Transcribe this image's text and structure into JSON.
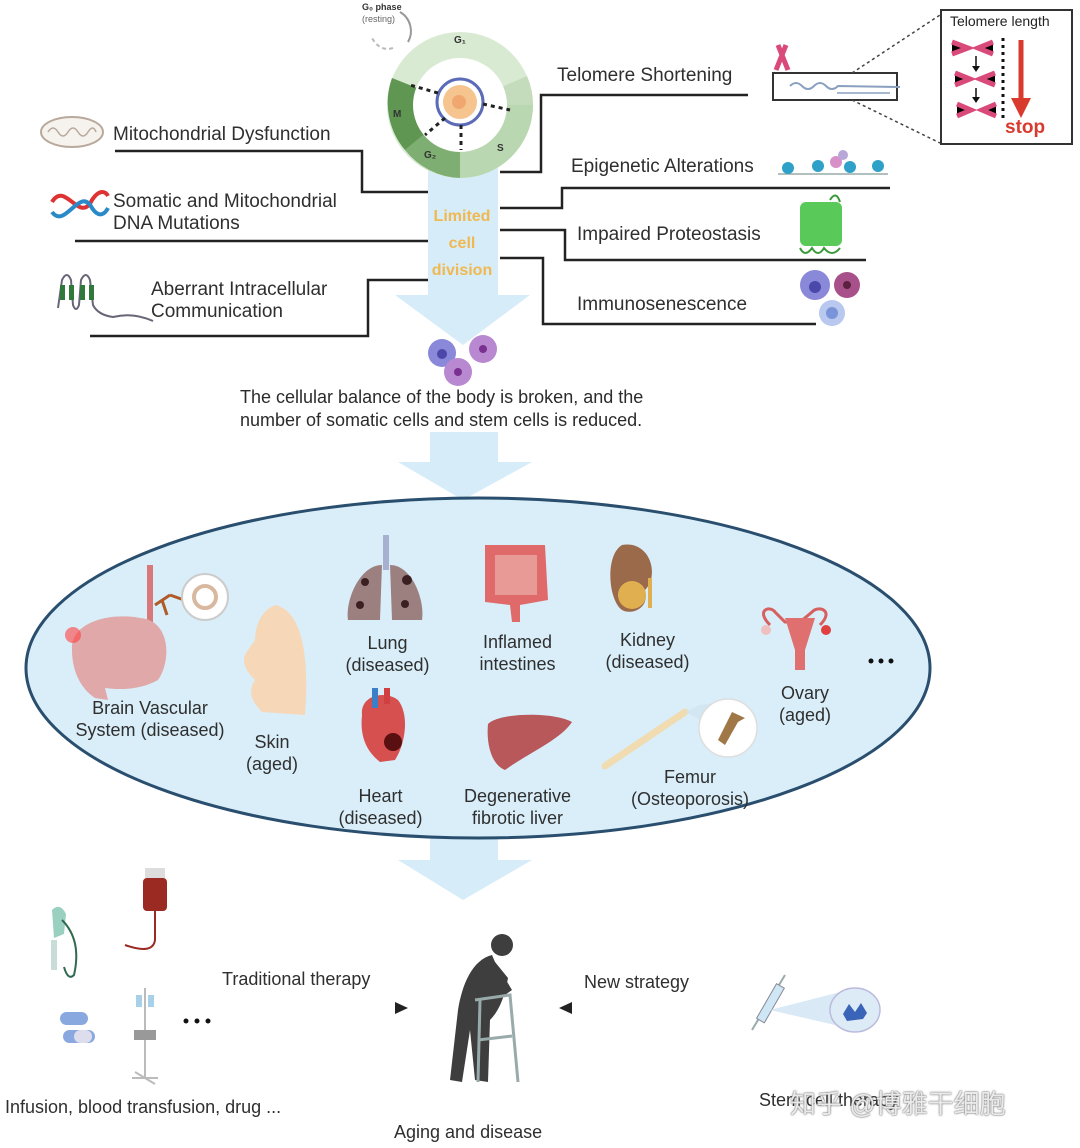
{
  "cell_cycle": {
    "g0_label": "G₀ phase",
    "g0_sub": "(resting)",
    "phases": [
      "G₁",
      "S",
      "G₂",
      "M"
    ],
    "center_label": "Limited cell division",
    "center_lines": [
      "Limited",
      "cell",
      "division"
    ]
  },
  "hallmarks_left": [
    {
      "label": "Mitochondrial Dysfunction",
      "icon": "mitochondria-icon"
    },
    {
      "label": "Somatic and Mitochondrial\nDNA Mutations",
      "line1": "Somatic and Mitochondrial",
      "line2": "DNA Mutations",
      "icon": "dna-icon"
    },
    {
      "label": "Aberrant Intracellular\nCommunication",
      "line1": "Aberrant Intracellular",
      "line2": "Communication",
      "icon": "receptor-icon"
    }
  ],
  "hallmarks_right": [
    {
      "label": "Telomere Shortening",
      "icon": "chromosome-icon"
    },
    {
      "label": "Epigenetic Alterations",
      "icon": "nucleosome-icon"
    },
    {
      "label": "Impaired Proteostasis",
      "icon": "protein-icon"
    },
    {
      "label": "Immunosenescence",
      "icon": "immune-cells-icon"
    }
  ],
  "telomere_inset": {
    "title": "Telomere length",
    "stop_label": "stop"
  },
  "balance_text": {
    "line1": "The cellular balance of the body is broken, and the",
    "line2": "number of somatic cells and stem cells is reduced."
  },
  "organs": [
    {
      "label": "Brain Vascular\nSystem  (diseased)",
      "icon": "brain-icon"
    },
    {
      "label": "Skin\n(aged)",
      "icon": "face-icon"
    },
    {
      "label": "Lung\n(diseased)",
      "icon": "lung-icon"
    },
    {
      "label": "Heart\n(diseased)",
      "icon": "heart-icon"
    },
    {
      "label": "Inflamed\nintestines",
      "icon": "intestine-icon"
    },
    {
      "label": "Degenerative\nfibrotic liver",
      "icon": "liver-icon"
    },
    {
      "label": "Kidney\n(diseased)",
      "icon": "kidney-icon"
    },
    {
      "label": "Femur\n(Osteoporosis)",
      "icon": "bone-icon"
    },
    {
      "label": "Ovary\n(aged)",
      "icon": "uterus-icon"
    }
  ],
  "organs_more": "…",
  "bottom": {
    "traditional_label": "Traditional therapy",
    "traditional_items": "Infusion, blood transfusion, drug ...",
    "traditional_more": "• • •",
    "center_label": "Aging and disease",
    "new_label": "New strategy",
    "new_item": "Stem cell therapy"
  },
  "watermark": "知乎 @博雅干细胞",
  "colors": {
    "arrow": "#d6ecf8",
    "ellipse_fill": "#d9eef9",
    "ellipse_stroke": "#2a4e6e",
    "limited_text": "#f0b850",
    "stop_red": "#d93a2e",
    "g1": "#d9ead3",
    "s": "#b9d7b0",
    "g2": "#7fae72",
    "m": "#5f9652"
  }
}
